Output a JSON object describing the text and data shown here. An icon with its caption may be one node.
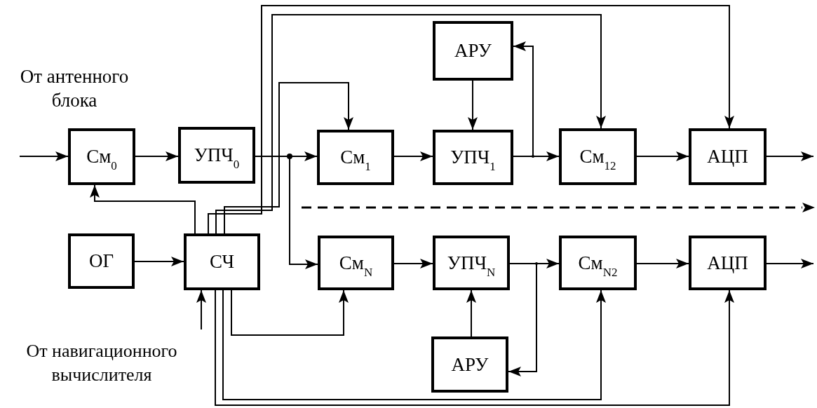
{
  "diagram": {
    "nodes": [
      {
        "text": [
          "См$_{0}$"
        ]
      },
      {
        "text": [
          "УПЧ$_{0}$"
        ]
      },
      {
        "text": [
          "См$_{1}$"
        ]
      },
      {
        "text": [
          "АРУ"
        ]
      },
      {
        "text": [
          "УПЧ$_{1}$"
        ]
      },
      {
        "text": [
          "См$_{12}$"
        ]
      },
      {
        "text": [
          "АЦП"
        ]
      },
      {
        "text": [
          "ОГ"
        ]
      },
      {
        "text": [
          "СЧ"
        ]
      },
      {
        "text": [
          "См$_{N}$"
        ]
      },
      {
        "text": [
          "УПЧ$_{N}$"
        ]
      },
      {
        "text": [
          "См$_{N2}$"
        ]
      },
      {
        "text": [
          "АРУ"
        ]
      },
      {
        "text": [
          "АЦП"
        ]
      }
    ],
    "edges": [
      {
        "from": null,
        "to": 0,
        "arrow": "to"
      },
      {
        "from": 0,
        "to": 1,
        "arrow": "to"
      },
      {
        "from": 1,
        "to": 2,
        "arrow": "to"
      },
      {
        "from": 2,
        "to": 4,
        "arrow": "to"
      },
      {
        "from": 4,
        "to": 5,
        "arrow": "to"
      },
      {
        "from": 5,
        "to": 6,
        "arrow": "to"
      },
      {
        "from": 6,
        "to": null,
        "arrow": "to"
      },
      {
        "from": 3,
        "to": 4,
        "arrow": "to"
      },
      {
        "from": 4,
        "to": 3,
        "arrow": "to"
      },
      {
        "from": 8,
        "to": 0,
        "arrow": "to"
      },
      {
        "from": 8,
        "to": 2,
        "arrow": "to"
      },
      {
        "from": 8,
        "to": 5,
        "arrow": "to"
      },
      {
        "from": 8,
        "to": 6,
        "arrow": "to"
      },
      {
        "from": 1,
        "to": 9,
        "arrow": "to"
      },
      {
        "from": 7,
        "to": 8,
        "arrow": "to"
      },
      {
        "from": null,
        "to": 8,
        "arrow": "to"
      },
      {
        "from": 8,
        "to": 9,
        "arrow": "to"
      },
      {
        "from": 8,
        "to": 11,
        "arrow": "to"
      },
      {
        "from": 8,
        "to": 13,
        "arrow": "to"
      },
      {
        "from": 9,
        "to": 10,
        "arrow": "to"
      },
      {
        "from": 10,
        "to": 11,
        "arrow": "to"
      },
      {
        "from": 11,
        "to": 13,
        "arrow": "to"
      },
      {
        "from": 13,
        "to": null,
        "arrow": "to"
      },
      {
        "from": 12,
        "to": 10,
        "arrow": "to"
      },
      {
        "from": 10,
        "to": 12,
        "arrow": "to"
      }
    ],
    "labels": [
      "От антенного блока",
      "От навигационного вычислителя"
    ]
  }
}
